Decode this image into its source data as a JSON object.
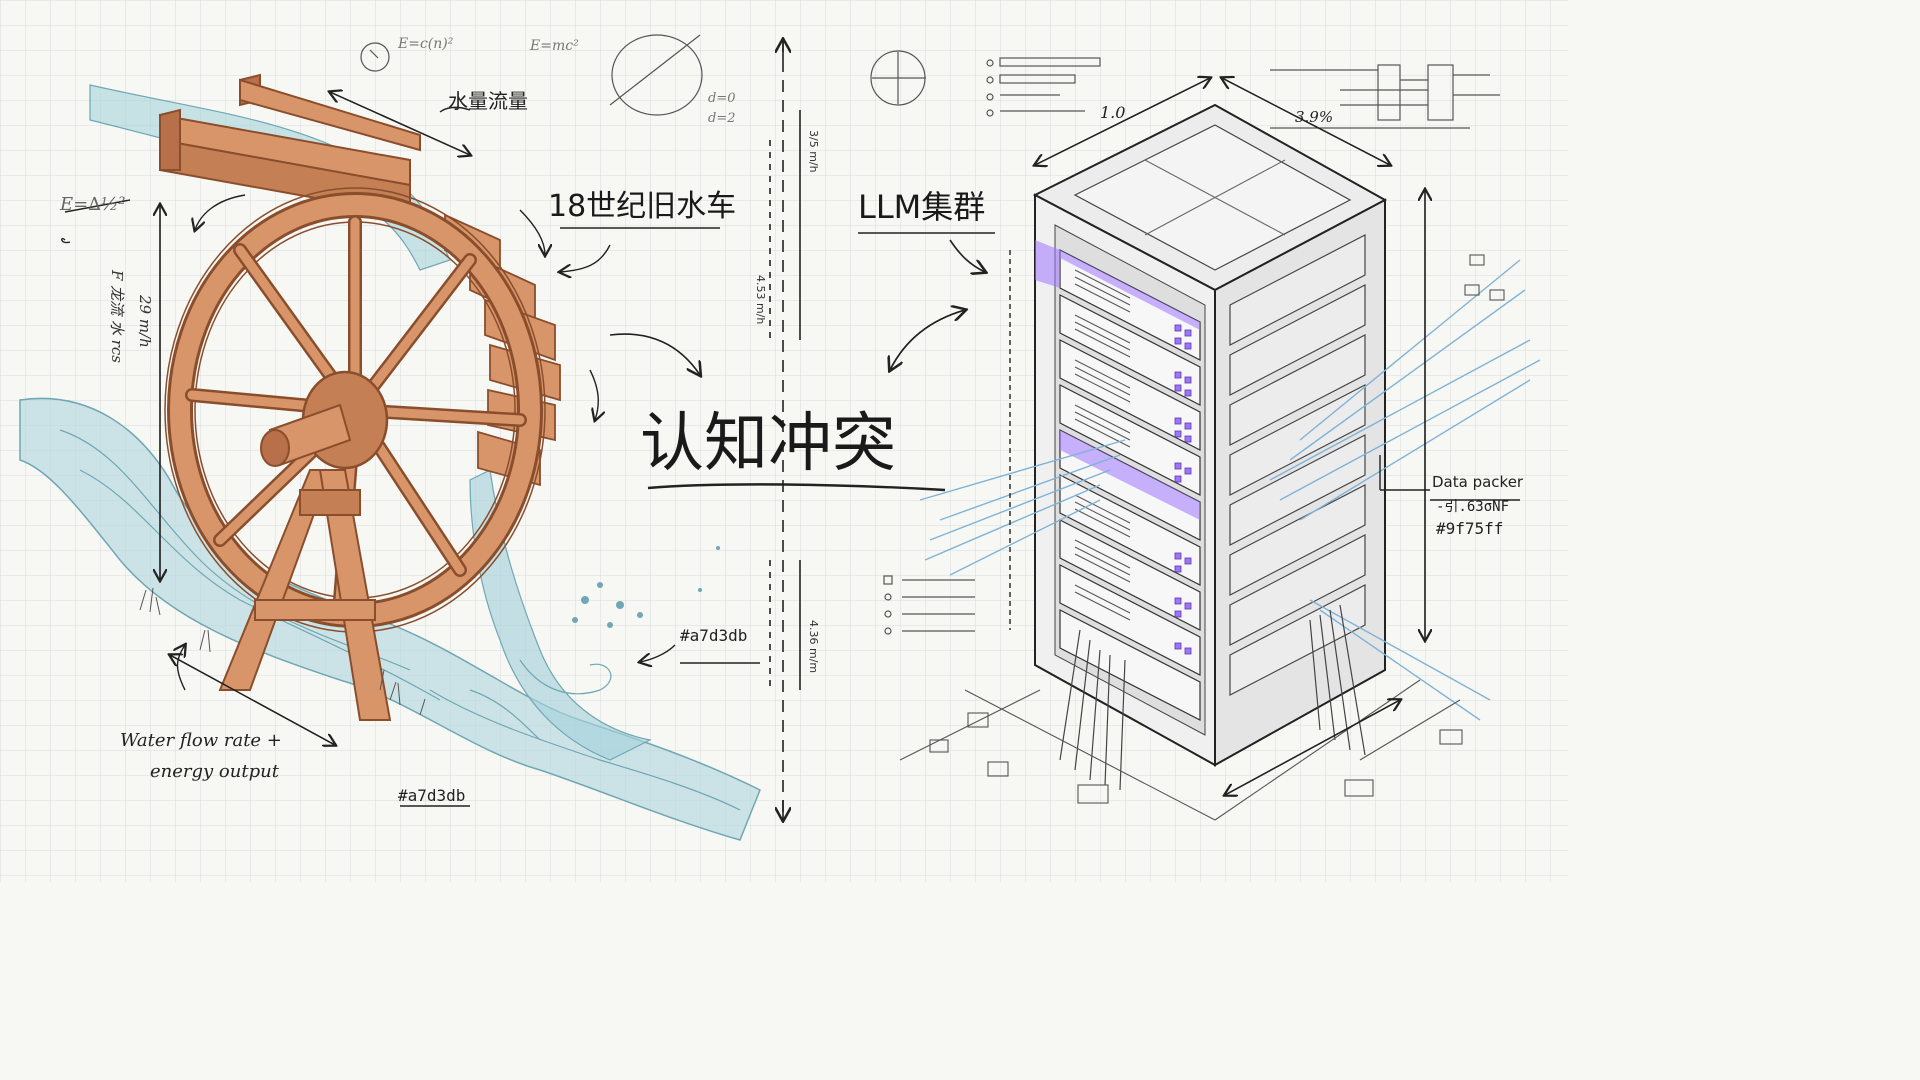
{
  "center_title": "认知冲突",
  "left_heading": "18世纪旧水车",
  "right_heading": "LLM集群",
  "water_volume_label": "水量流量",
  "flow_caption_line1": "Water flow rate +",
  "flow_caption_line2": "energy output",
  "water_color_label_1": "#a7d3db",
  "water_color_label_2": "#a7d3db",
  "data_packet_label": "Data packer",
  "data_packet_value": "-引.63σNF",
  "data_color_label": "#9f75ff",
  "left_side_note": "F 龙流 水 rcs",
  "left_side_note_2": "29 m/h",
  "left_formula": "E=∆½²",
  "top_formula_1": "E=c(n)²",
  "top_formula_2": "E=mc²",
  "top_note_1": "d=0",
  "top_note_2": "d=2",
  "rack_dim_top": "1.0",
  "rack_dim_right": "3.9%",
  "center_dim_1": "3/5 m/h",
  "center_dim_2": "4.53 m/h",
  "center_dim_3": "4.36 m/m",
  "colors": {
    "water": "#a7d3db",
    "wood": "#d9956a",
    "wood_dark": "#8a4e2c",
    "server_accent": "#9f75ff",
    "grid": "#d9dde0",
    "ink": "#222222"
  }
}
